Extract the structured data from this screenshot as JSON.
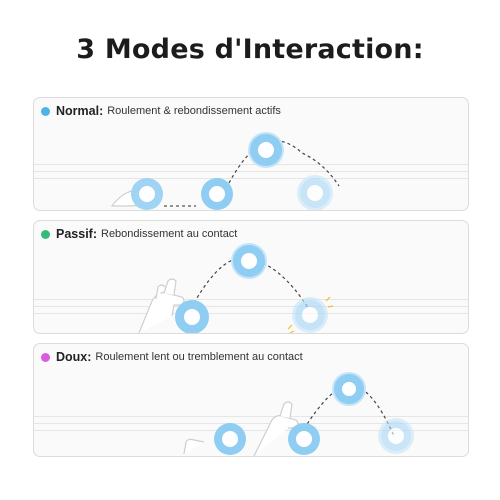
{
  "title": "3 Modes d'Interaction:",
  "modes": [
    {
      "name": "Normal:",
      "description": "Roulement & rebondissement actifs",
      "color": "#4db3e6"
    },
    {
      "name": "Passif:",
      "description": "Rebondissement au contact",
      "color": "#33bb77"
    },
    {
      "name": "Doux:",
      "description": "Roulement lent ou tremblement au contact",
      "color": "#d95be0"
    }
  ],
  "colors": {
    "ball_outer": "#8fcdf2",
    "ball_inner": "#ffffff",
    "impact": "#f0c020",
    "hand": "#d9d9d9"
  }
}
